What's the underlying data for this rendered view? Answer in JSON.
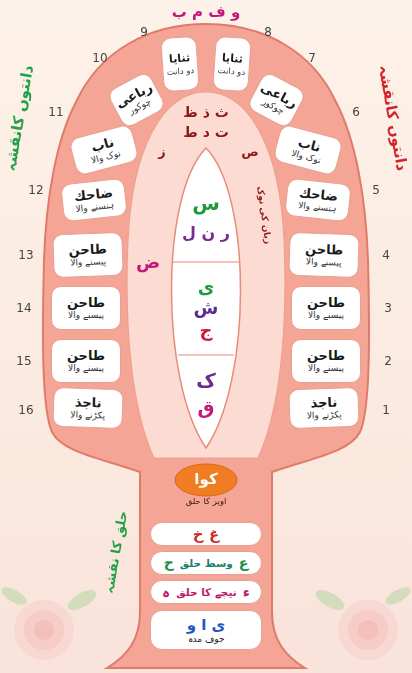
{
  "diagram": {
    "nodes": [
      {
        "text": [
          "ثنایا",
          "دو دانت"
        ]
      },
      {
        "text": [
          "ثنایا",
          "دو دانت"
        ]
      },
      {
        "text": [
          "رباعی",
          "چوکور"
        ]
      },
      {
        "text": [
          "رباعی",
          "چوکور"
        ]
      },
      {
        "text": [
          "ناب",
          "نوک والا"
        ]
      },
      {
        "text": [
          "ناب",
          "نوک والا"
        ]
      },
      {
        "text": [
          "ضاحك",
          "ہنسنے والا"
        ]
      },
      {
        "text": [
          "ضاحك",
          "ہنسنے والا"
        ]
      },
      {
        "text": [
          "طاحن",
          "پیسنے والا"
        ]
      },
      {
        "text": [
          "طاحن",
          "پیسنے والا"
        ]
      },
      {
        "text": [
          "طاحن",
          "پیسنے والا"
        ]
      },
      {
        "text": [
          "طاحن",
          "پیسنے والا"
        ]
      },
      {
        "text": [
          "طاحن",
          "پیسنے والا"
        ]
      },
      {
        "text": [
          "طاحن",
          "پیسنے والا"
        ]
      },
      {
        "text": [
          "ناجذ",
          "پکڑنے والا"
        ]
      },
      {
        "text": [
          "ناجذ",
          "پکڑنے والا"
        ]
      },
      {
        "text": [
          "س",
          "ر ن ل"
        ]
      },
      {
        "text": [
          "ی",
          "ش",
          "ج"
        ]
      },
      {
        "text": [
          "ک",
          "ق"
        ]
      },
      {
        "text": [
          "کوا",
          "اوپر کا حلق"
        ]
      },
      {
        "text": [
          "غ خ"
        ]
      },
      {
        "text": [
          "ع",
          "وسط حلق",
          "ح"
        ]
      },
      {
        "text": [
          "ء",
          "نیچے کا حلق",
          "ہ"
        ]
      },
      {
        "text": [
          "ی ا و",
          "جوف مدہ"
        ]
      }
    ],
    "labels": [
      "و ف م ب",
      "8",
      "9",
      "7",
      "10",
      "6",
      "11",
      "5",
      "12",
      "4",
      "13",
      "3",
      "14",
      "2",
      "15",
      "1",
      "16",
      "دانتوں کانقشہ",
      "دانتوں کانقشہ",
      "ث ذ ظ",
      "ت د ط",
      "ص",
      "ز",
      "زبان کی نوک",
      "ض",
      "حلق کا نقشہ"
    ]
  }
}
